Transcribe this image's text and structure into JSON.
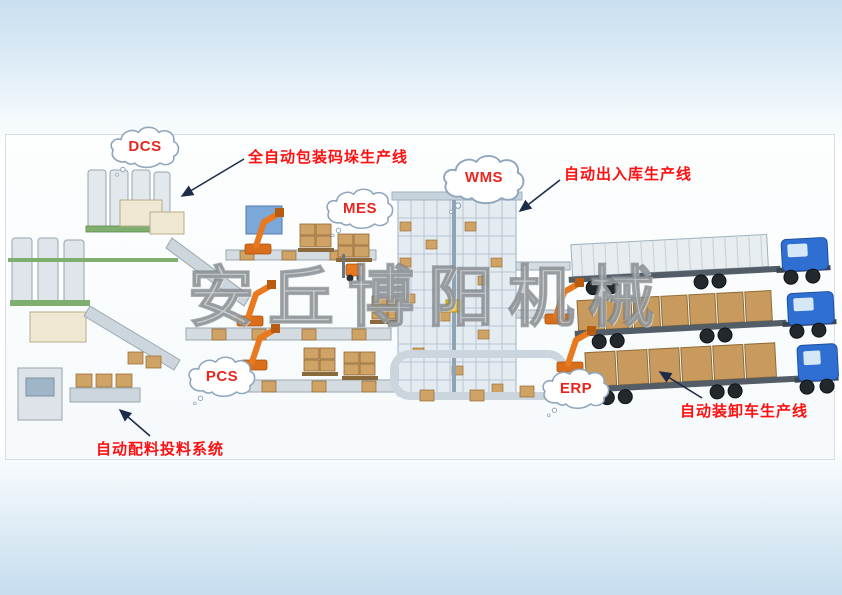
{
  "scene": {
    "watermark": "安丘博阳机械"
  },
  "clouds": {
    "dcs": "DCS",
    "mes": "MES",
    "wms": "WMS",
    "pcs": "PCS",
    "erp": "ERP"
  },
  "labels": {
    "packing_line": "全自动包装码垛生产线",
    "storage_line": "自动出入库生产线",
    "batching_system": "自动配料投料系统",
    "loading_line": "自动装卸车生产线"
  },
  "colors": {
    "callout_red": "#ff0f0f",
    "cloud_text_red": "#e8261f",
    "arrow_navy": "#1c2c49",
    "truck_blue": "#2f6fd2",
    "robot_orange": "#e8791f",
    "box_tan": "#c89a5e",
    "watermark_gray": "#969ba0",
    "sky_blue": "#c9dff0"
  }
}
